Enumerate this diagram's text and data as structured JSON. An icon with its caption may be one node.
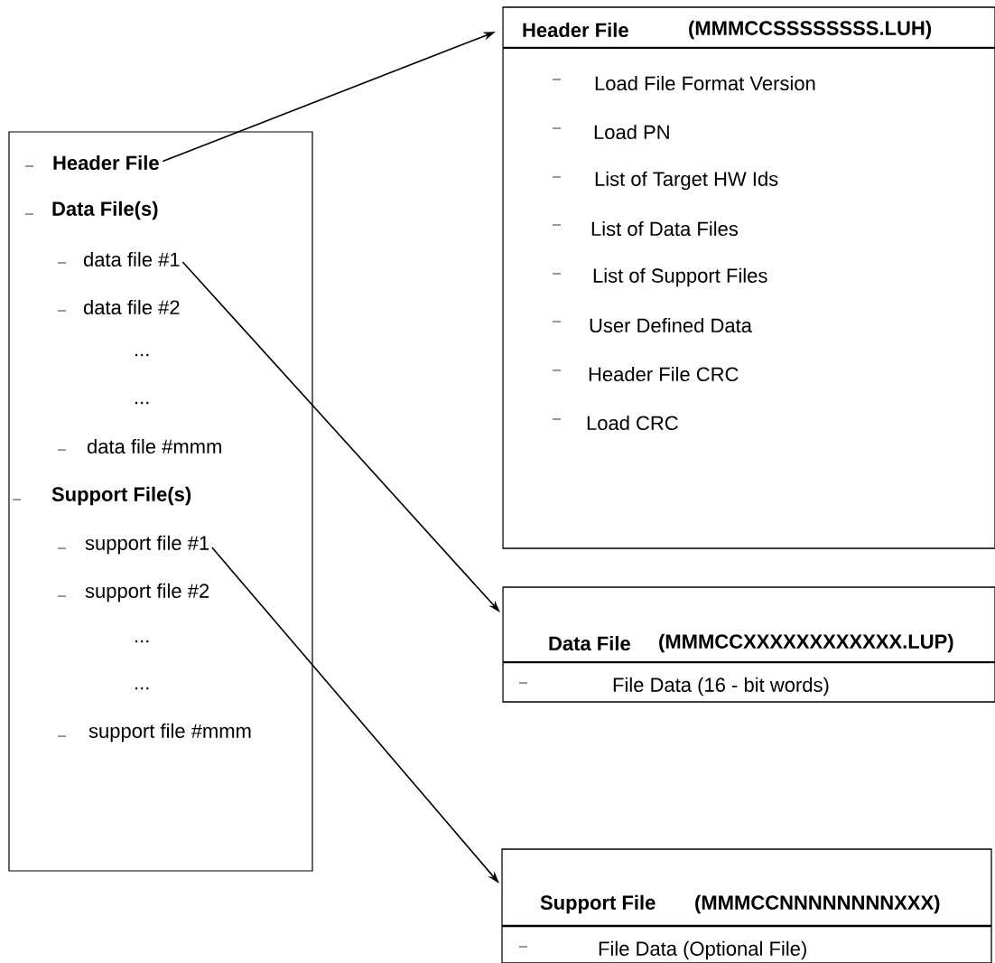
{
  "diagram": {
    "nodes": [
      {
        "text": [],
        "shape": "box"
      },
      {
        "text": [
          "Header File"
        ],
        "in": 0
      },
      {
        "text": [
          "Data File(s)"
        ],
        "in": 0
      },
      {
        "text": [
          "data file #1"
        ],
        "in": 0
      },
      {
        "text": [
          "data file #2"
        ],
        "in": 0
      },
      {
        "text": [
          "..."
        ],
        "in": 0
      },
      {
        "text": [
          "..."
        ],
        "in": 0
      },
      {
        "text": [
          "data file #mmm"
        ],
        "in": 0
      },
      {
        "text": [
          "Support File(s)"
        ],
        "in": 0
      },
      {
        "text": [
          "support file #1"
        ],
        "in": 0
      },
      {
        "text": [
          "support file #2"
        ],
        "in": 0
      },
      {
        "text": [
          "..."
        ],
        "in": 0
      },
      {
        "text": [
          "..."
        ],
        "in": 0
      },
      {
        "text": [
          "support file #mmm"
        ],
        "in": 0
      },
      {
        "text": [
          "Header File",
          "(MMMCCSSSSSSSS.LUH)",
          "Load File Format Version",
          "Load PN",
          "List of Target HW Ids",
          "List of Data Files",
          "List of Support Files",
          "User Defined Data",
          "Header File CRC",
          "Load CRC"
        ]
      },
      {
        "text": [
          "Data File",
          "(MMMCCXXXXXXXXXXXX.LUP)",
          "File Data (16 - bit words)"
        ]
      },
      {
        "text": [
          "Support File",
          "(MMMCCNNNNNNNNXXX)",
          "File Data (Optional File)"
        ]
      }
    ],
    "edges": [
      {
        "from": 1,
        "to": 14,
        "arrow": "to"
      },
      {
        "from": 3,
        "to": 15,
        "arrow": "to"
      },
      {
        "from": 9,
        "to": 16,
        "arrow": "to"
      }
    ]
  }
}
